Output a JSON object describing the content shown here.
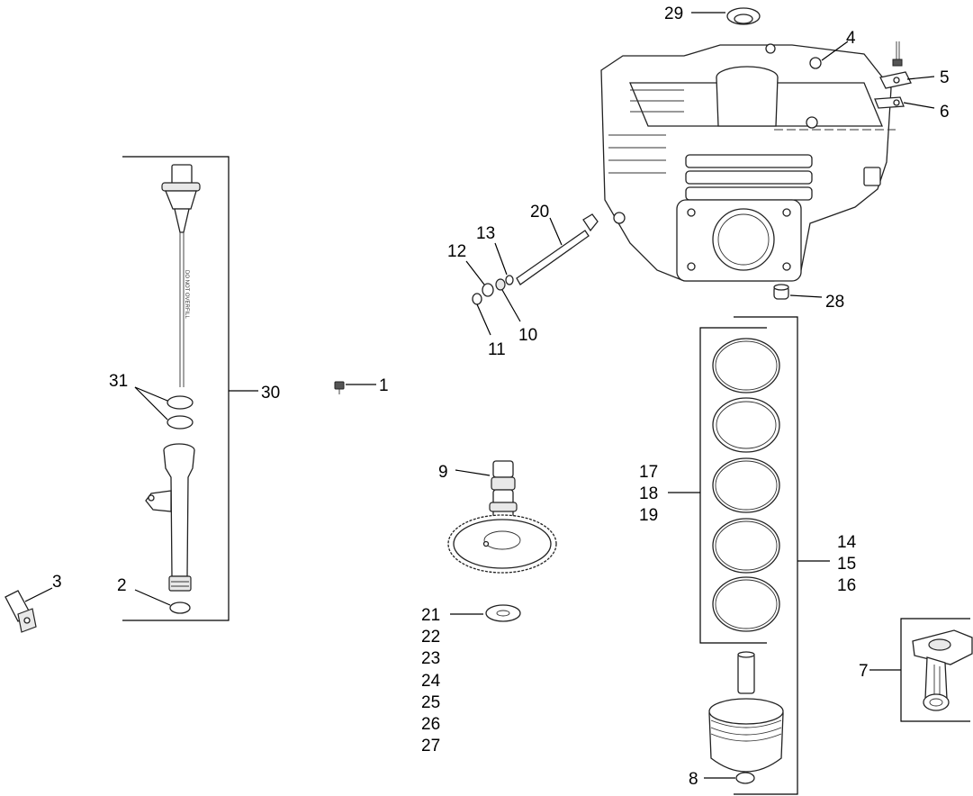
{
  "callouts": {
    "c1": "1",
    "c2": "2",
    "c3": "3",
    "c4": "4",
    "c5": "5",
    "c6": "6",
    "c7": "7",
    "c8": "8",
    "c9": "9",
    "c10": "10",
    "c11": "11",
    "c12": "12",
    "c13": "13",
    "c14": "14",
    "c15": "15",
    "c16": "16",
    "c17": "17",
    "c18": "18",
    "c19": "19",
    "c20": "20",
    "c21": "21",
    "c22": "22",
    "c23": "23",
    "c24": "24",
    "c25": "25",
    "c26": "26",
    "c27": "27",
    "c28": "28",
    "c29": "29",
    "c30": "30",
    "c31": "31"
  },
  "dipstick_lettering": "DO NOT OVERFILL"
}
